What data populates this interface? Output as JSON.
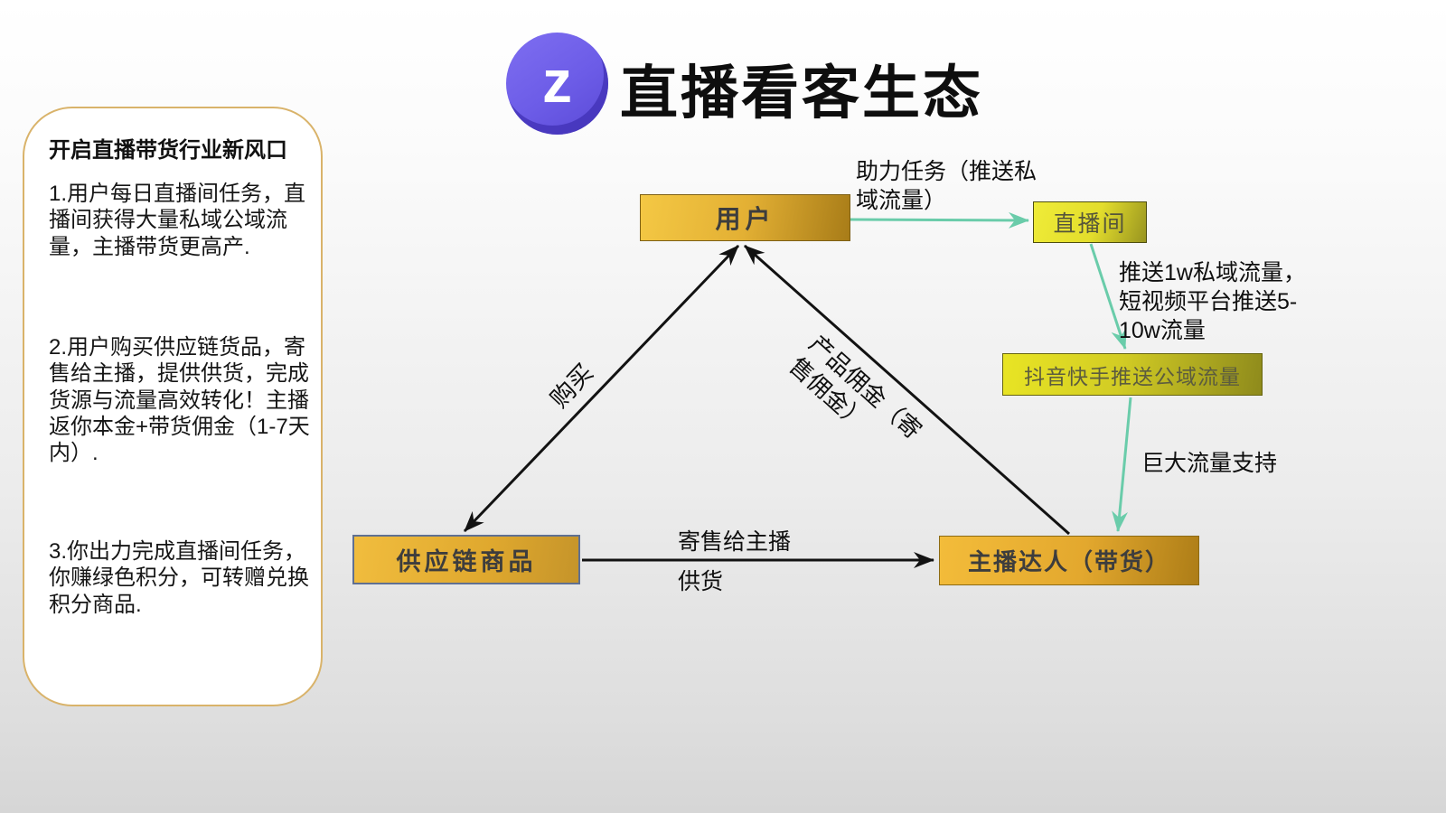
{
  "header": {
    "title": "直播看客生态",
    "logo_letter": "z"
  },
  "info_panel": {
    "heading": "开启直播带货行业新风口",
    "points": [
      "1.用户每日直播间任务，直播间获得大量私域公域流量，主播带货更高产.",
      "2.用户购买供应链货品，寄售给主播，提供供货，完成货源与流量高效转化！主播返你本金+带货佣金（1-7天内）.",
      "3.你出力完成直播间任务，你赚绿色积分，可转赠兑换积分商品."
    ]
  },
  "diagram": {
    "nodes": {
      "user": "用户",
      "live_room": "直播间",
      "douyin": "抖音快手推送公域流量",
      "anchor": "主播达人（带货）",
      "supply": "供应链商品"
    },
    "edge_labels": {
      "assist": "助力任务（推送私\n域流量）",
      "push": "推送1w私域流量，\n短视频平台推送5-\n10w流量",
      "huge_traffic": "巨大流量支持",
      "buy": "购买",
      "commission": "产品佣金（寄\n售佣金）",
      "consign": "寄售给主播",
      "supply_goods": "供货"
    },
    "colors": {
      "green_arrow": "#6accaa",
      "black_arrow": "#121212",
      "gold_box": "#e3b034",
      "yellow_box": "#e3dd2c",
      "logo_purple": "#6c5ce7",
      "panel_border": "#d9b36a"
    }
  }
}
